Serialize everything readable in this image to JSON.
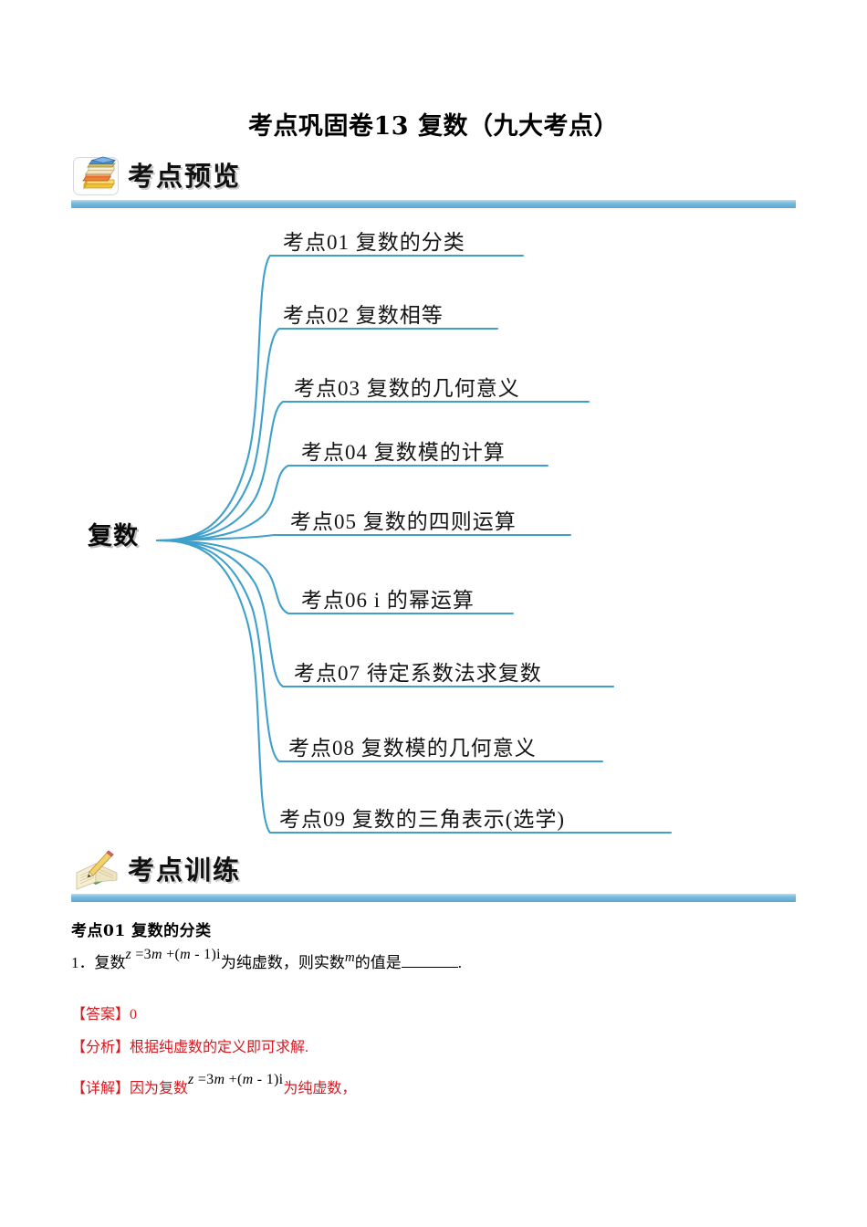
{
  "document": {
    "title": "考点巩固卷13 复数（九大考点）"
  },
  "sections": [
    {
      "id": "overview",
      "heading": "考点预览",
      "icon": "book-stack-icon"
    },
    {
      "id": "training",
      "heading": "考点训练",
      "icon": "open-book-pencil-icon"
    }
  ],
  "mindmap": {
    "root": "复数",
    "line_color": "#3fa0cc",
    "branches": [
      {
        "label": "考点01  复数的分类"
      },
      {
        "label": "考点02  复数相等"
      },
      {
        "label": "考点03  复数的几何意义"
      },
      {
        "label": "考点04  复数模的计算"
      },
      {
        "label": "考点05  复数的四则运算"
      },
      {
        "label": "考点06  i 的幂运算"
      },
      {
        "label": "考点07  待定系数法求复数"
      },
      {
        "label": "考点08  复数模的几何意义"
      },
      {
        "label": "考点09  复数的三角表示(选学)"
      }
    ]
  },
  "exercise": {
    "topic_heading": "考点01 复数的分类",
    "question": {
      "number": "1．",
      "lead": "复数",
      "formula_parts": {
        "z": "z",
        "eq": " =3",
        "m1": "m",
        "plus": " +",
        "open": "(",
        "m2": "m",
        "minus": " - 1",
        "close": ")",
        "i": "i"
      },
      "after_formula": "为纯虚数，则实数",
      "variable": "m",
      "tail": "的值是",
      "blank_suffix": "."
    },
    "answer": {
      "label": "【答案】",
      "value": "0"
    },
    "analysis": {
      "label": "【分析】",
      "text": "根据纯虚数的定义即可求解."
    },
    "solution": {
      "label": "【详解】",
      "lead": "因为复数",
      "after_formula": "为纯虚数，"
    }
  },
  "colors": {
    "accent_bar": "#7ebde0",
    "branch_line": "#3fa0cc",
    "answer_red": "#d71920"
  }
}
